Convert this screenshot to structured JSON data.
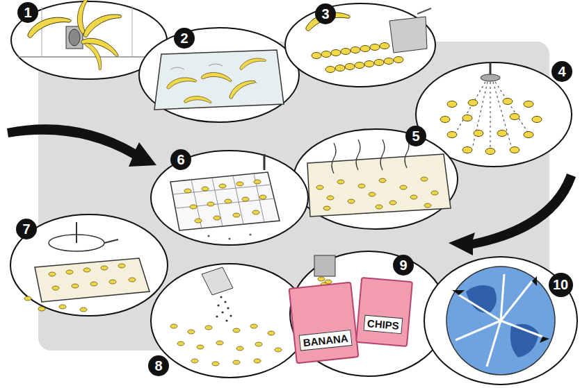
{
  "diagram": {
    "nodes": [
      {
        "text": [
          "1"
        ]
      },
      {
        "text": [
          "2"
        ]
      },
      {
        "text": [
          "3"
        ]
      },
      {
        "text": [
          "4"
        ]
      },
      {
        "text": [
          "5"
        ]
      },
      {
        "text": [
          "6"
        ]
      },
      {
        "text": [
          "7"
        ]
      },
      {
        "text": [
          "8"
        ]
      },
      {
        "text": [
          "9"
        ]
      },
      {
        "text": [
          "10"
        ]
      },
      {
        "text": [
          "BANANA"
        ]
      },
      {
        "text": [
          "CHIPS"
        ]
      }
    ]
  }
}
